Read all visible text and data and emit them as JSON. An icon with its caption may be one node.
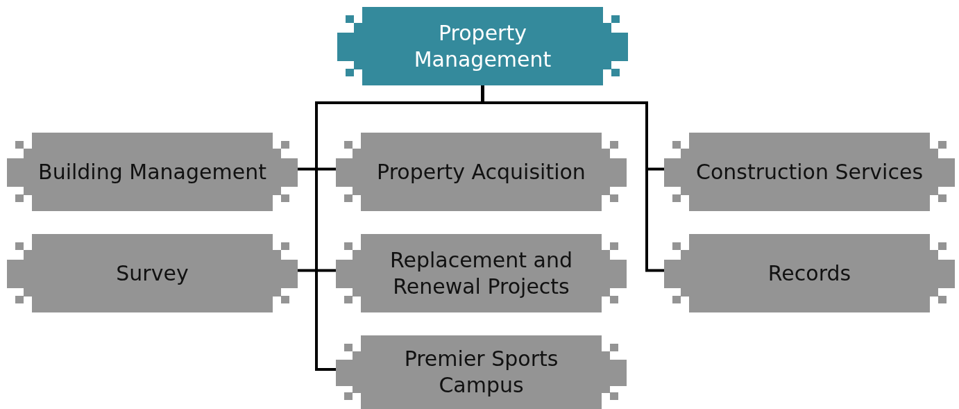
{
  "diagram": {
    "nodes": [
      {
        "text": [
          "Property Management"
        ]
      },
      {
        "text": [
          "Building Management"
        ]
      },
      {
        "text": [
          "Property Acquisition"
        ]
      },
      {
        "text": [
          "Construction Services"
        ]
      },
      {
        "text": [
          "Survey"
        ]
      },
      {
        "text": [
          "Replacement and Renewal Projects"
        ]
      },
      {
        "text": [
          "Records"
        ]
      },
      {
        "text": [
          "Premier Sports Campus"
        ]
      }
    ],
    "edges": [
      {
        "from": 0,
        "to": 1,
        "arrow": "none"
      },
      {
        "from": 0,
        "to": 2,
        "arrow": "none"
      },
      {
        "from": 0,
        "to": 3,
        "arrow": "none"
      },
      {
        "from": 0,
        "to": 4,
        "arrow": "none"
      },
      {
        "from": 0,
        "to": 5,
        "arrow": "none"
      },
      {
        "from": 0,
        "to": 6,
        "arrow": "none"
      },
      {
        "from": 0,
        "to": 7,
        "arrow": "none"
      }
    ]
  }
}
